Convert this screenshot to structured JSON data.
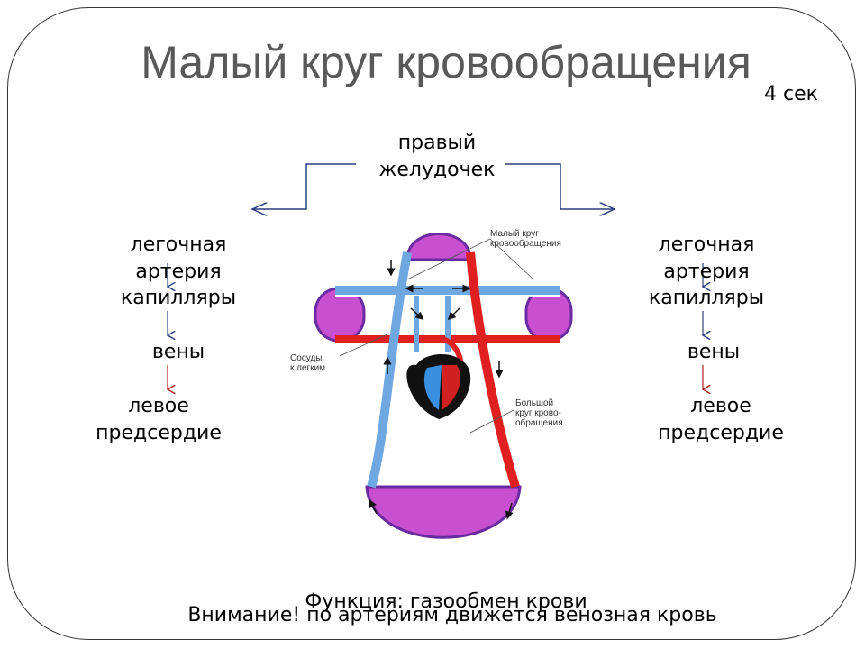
{
  "slide": {
    "title": "Малый круг кровообращения",
    "time": "4 сек",
    "top_label": "правый\nжелудочек",
    "left_branch": {
      "artery": "легочная\nартерия",
      "capillaries": "капилляры",
      "veins": "вены",
      "atrium": "левое\nпредсердие"
    },
    "right_branch": {
      "artery": "легочная\nартерия",
      "capillaries": "капилляры",
      "veins": "вены",
      "atrium": "левое\nпредсердие"
    },
    "function_text": "Функция: газообмен крови",
    "note": "Внимание! по артериям движется венозная кровь"
  },
  "illustration": {
    "label_small_circle": "Малый круг\nкровообращения",
    "label_vessels": "Сосуды\nк легким",
    "label_big_circle": "Большой\nкруг крово-\nобращения"
  },
  "colors": {
    "title": "#595959",
    "venous": "#6fa8e0",
    "arterial": "#e02020",
    "capillary": "#a040c0",
    "connector": "#2b3f7f",
    "down_arrow_blue": "#2b3f7f",
    "down_arrow_red": "#b02020"
  }
}
